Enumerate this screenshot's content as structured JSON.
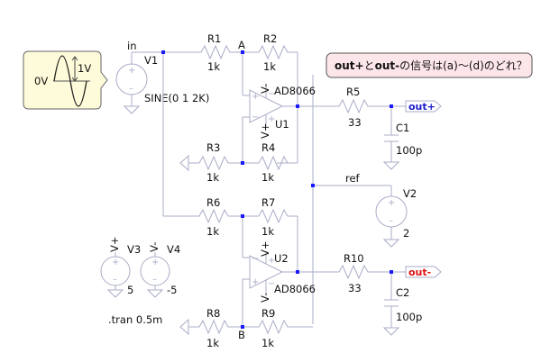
{
  "question": {
    "bold_a": "out+",
    "plain_a": "と",
    "bold_b": "out-",
    "plain_b": "の信号は(a)〜(d)のどれ？"
  },
  "callout": {
    "zero_label": "0V",
    "amplitude_label": "1V"
  },
  "nets": {
    "in": "in",
    "a": "A",
    "b": "B",
    "ref": "ref",
    "out_plus": "out+",
    "out_minus": "out-"
  },
  "components": {
    "V1": {
      "name": "V1",
      "value": "SINE(0 1 2K)"
    },
    "V2": {
      "name": "V2",
      "value": "2"
    },
    "V3": {
      "name": "V3",
      "value": "5",
      "net": "V+"
    },
    "V4": {
      "name": "V4",
      "value": "-5",
      "net": "V-"
    },
    "R1": {
      "name": "R1",
      "value": "1k"
    },
    "R2": {
      "name": "R2",
      "value": "1k"
    },
    "R3": {
      "name": "R3",
      "value": "1k"
    },
    "R4": {
      "name": "R4",
      "value": "1k"
    },
    "R5": {
      "name": "R5",
      "value": "33"
    },
    "R6": {
      "name": "R6",
      "value": "1k"
    },
    "R7": {
      "name": "R7",
      "value": "1k"
    },
    "R8": {
      "name": "R8",
      "value": "1k"
    },
    "R9": {
      "name": "R9",
      "value": "1k"
    },
    "R10": {
      "name": "R10",
      "value": "33"
    },
    "C1": {
      "name": "C1",
      "value": "100p"
    },
    "C2": {
      "name": "C2",
      "value": "100p"
    },
    "U1": {
      "name": "U1",
      "model": "AD8066",
      "vp": "V+",
      "vn": "V-"
    },
    "U2": {
      "name": "U2",
      "model": "AD8066",
      "vp": "V+",
      "vn": "V-"
    }
  },
  "directive": ".tran 0.5m",
  "colors": {
    "wire": "#a9adc7",
    "junction": "#1a1aff",
    "out_plus": "#1a1acc",
    "out_minus": "#dd1111",
    "callout_bg": "#fdfbd9",
    "question_bg": "#fde6ea"
  }
}
